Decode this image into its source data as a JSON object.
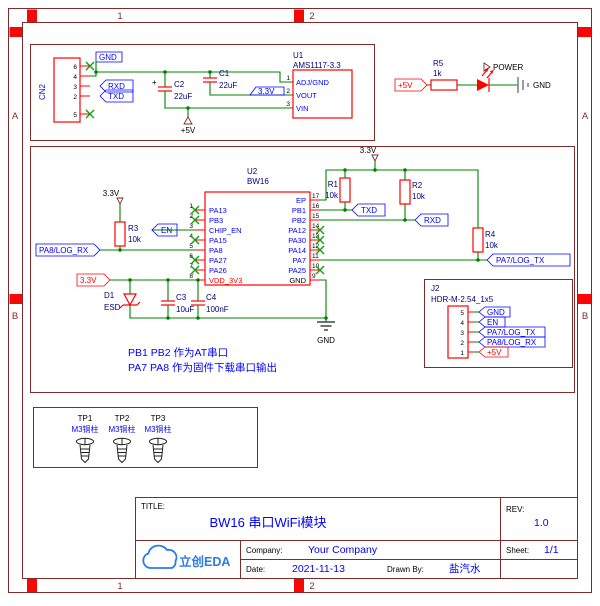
{
  "colors": {
    "wire": "#008000",
    "component": "#FF0000",
    "net_label": "#0000FF",
    "reference": "#000080",
    "frame": "#7E2B2B",
    "logo_blue": "#2B7CE9"
  },
  "frame": {
    "col_labels": [
      "1",
      "2"
    ],
    "row_labels": [
      "A",
      "B"
    ]
  },
  "power": {
    "cn2": {
      "ref": "CN2",
      "pin_numbers": [
        "6",
        "4",
        "3",
        "2",
        "5"
      ]
    },
    "gnd_flag": "GND",
    "rxd_flag": "RXD",
    "txd_flag": "TXD",
    "c2": {
      "ref": "C2",
      "value": "22uF",
      "polarity": "+"
    },
    "c1": {
      "ref": "C1",
      "value": "22uF"
    },
    "u1": {
      "ref": "U1",
      "value": "AMS1117-3.3",
      "pin_names": [
        "ADJ/GND",
        "VOUT",
        "VIN"
      ],
      "pin_numbers": [
        "1",
        "2",
        "3"
      ]
    },
    "v33_flag": "3.3V",
    "v5_flag": "+5V"
  },
  "led": {
    "v5_flag": "+5V",
    "r5": {
      "ref": "R5",
      "value": "1k"
    },
    "power_flag": "POWER",
    "gnd_flag": "GND"
  },
  "mcu": {
    "u2": {
      "ref": "U2",
      "value": "BW16",
      "left_pins": [
        {
          "num": "1",
          "name": "PA13"
        },
        {
          "num": "2",
          "name": "PB3"
        },
        {
          "num": "3",
          "name": "CHIP_EN"
        },
        {
          "num": "4",
          "name": "PA15"
        },
        {
          "num": "5",
          "name": "PA8"
        },
        {
          "num": "6",
          "name": "PA27"
        },
        {
          "num": "7",
          "name": "PA26"
        },
        {
          "num": "8",
          "name": "VDD_3V3"
        }
      ],
      "right_pins": [
        {
          "num": "17",
          "name": "EP"
        },
        {
          "num": "16",
          "name": "PB1"
        },
        {
          "num": "15",
          "name": "PB2"
        },
        {
          "num": "14",
          "name": "PA12"
        },
        {
          "num": "13",
          "name": "PA30"
        },
        {
          "num": "12",
          "name": "PA14"
        },
        {
          "num": "11",
          "name": "PA7"
        },
        {
          "num": "10",
          "name": "PA25"
        },
        {
          "num": "9",
          "name": "GND"
        }
      ]
    },
    "v33_top_flag": "3.3V",
    "v33_left_flag": "3.3V",
    "v33_red_flag": "3.3V",
    "r1": {
      "ref": "R1",
      "value": "10k"
    },
    "r2": {
      "ref": "R2",
      "value": "10k"
    },
    "r3": {
      "ref": "R3",
      "value": "10k"
    },
    "r4": {
      "ref": "R4",
      "value": "10k"
    },
    "txd_flag": "TXD",
    "rxd_flag": "RXD",
    "en_flag": "EN",
    "pa8_flag": "PA8/LOG_RX",
    "pa7_flag": "PA7/LOG_TX",
    "d1": {
      "ref": "D1",
      "value": "ESD"
    },
    "c3": {
      "ref": "C3",
      "value": "10uF"
    },
    "c4": {
      "ref": "C4",
      "value": "100nF"
    },
    "gnd_label": "GND",
    "notes": [
      "PB1 PB2 作为AT串口",
      "PA7 PA8 作为固件下载串口输出"
    ]
  },
  "j2": {
    "ref": "J2",
    "value": "HDR-M-2.54_1x5",
    "pins": [
      {
        "num": "5",
        "net": "GND"
      },
      {
        "num": "4",
        "net": "EN"
      },
      {
        "num": "3",
        "net": "PA7/LOG_TX"
      },
      {
        "num": "2",
        "net": "PA8/LOG_RX"
      },
      {
        "num": "1",
        "net": "+5V"
      }
    ]
  },
  "test_points": [
    {
      "ref": "TP1",
      "value": "M3铜柱"
    },
    {
      "ref": "TP2",
      "value": "M3铜柱"
    },
    {
      "ref": "TP3",
      "value": "M3铜柱"
    }
  ],
  "title_block": {
    "title_label": "TITLE:",
    "title": "BW16 串口WiFi模块",
    "rev_label": "REV:",
    "rev": "1.0",
    "logo": "立创EDA",
    "company_label": "Company:",
    "company": "Your Company",
    "sheet_label": "Sheet:",
    "sheet": "1/1",
    "date_label": "Date:",
    "date": "2021-11-13",
    "drawn_label": "Drawn By:",
    "drawn_by": "盐汽水"
  }
}
